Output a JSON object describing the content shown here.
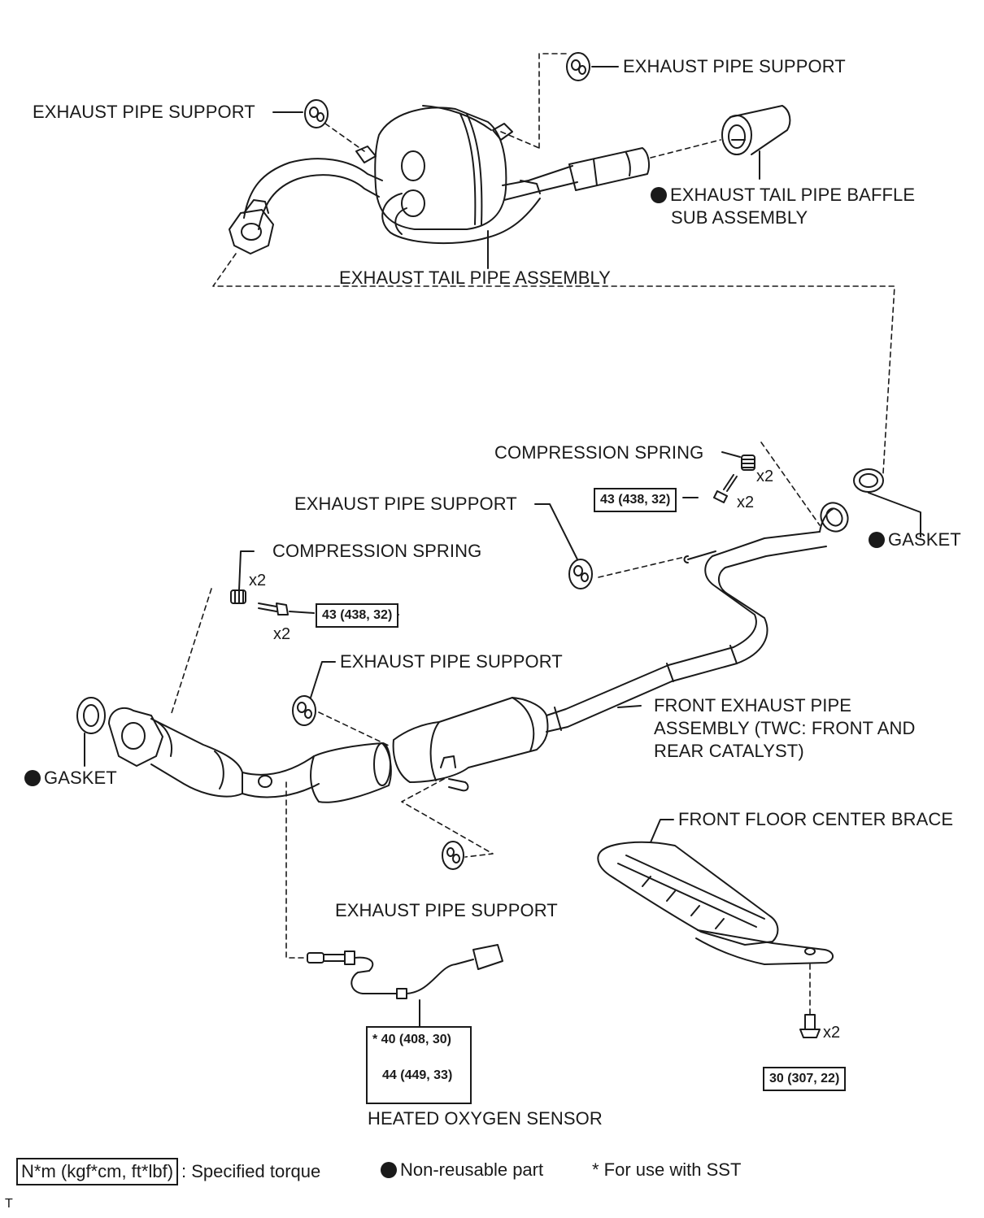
{
  "labels": {
    "exhaust_pipe_support_top_right": "EXHAUST PIPE SUPPORT",
    "exhaust_pipe_support_top_left": "EXHAUST PIPE SUPPORT",
    "tail_pipe_baffle_line1": "EXHAUST TAIL PIPE BAFFLE",
    "tail_pipe_baffle_line2": "SUB ASSEMBLY",
    "exhaust_tail_pipe_assembly": "EXHAUST TAIL PIPE ASSEMBLY",
    "compression_spring_right": "COMPRESSION SPRING",
    "exhaust_pipe_support_mid_right": "EXHAUST PIPE SUPPORT",
    "gasket_right": "GASKET",
    "compression_spring_left": "COMPRESSION SPRING",
    "exhaust_pipe_support_center": "EXHAUST PIPE SUPPORT",
    "front_exhaust_pipe_line1": "FRONT EXHAUST PIPE",
    "front_exhaust_pipe_line2": "ASSEMBLY (TWC: FRONT AND",
    "front_exhaust_pipe_line3": "REAR CATALYST)",
    "gasket_left": "GASKET",
    "front_floor_center_brace": "FRONT FLOOR CENTER BRACE",
    "exhaust_pipe_support_bottom": "EXHAUST PIPE SUPPORT",
    "heated_oxygen_sensor": "HEATED OXYGEN SENSOR"
  },
  "torques": {
    "right_support_bolt": "43 (438, 32)",
    "left_support_bolt": "43 (438, 32)",
    "oxygen_sensor_sst": "* 40 (408, 30)",
    "oxygen_sensor": "44 (449, 33)",
    "brace_bolt": "30 (307, 22)"
  },
  "multipliers": {
    "spring_right": "x2",
    "bolt_right": "x2",
    "spring_left": "x2",
    "bolt_left": "x2",
    "brace_bolt": "x2"
  },
  "legend": {
    "torque_unit": "N*m (kgf*cm, ft*lbf)",
    "torque_desc": ": Specified torque",
    "non_reusable": "Non-reusable part",
    "sst_note": "* For use with SST"
  },
  "corner_mark": "T"
}
